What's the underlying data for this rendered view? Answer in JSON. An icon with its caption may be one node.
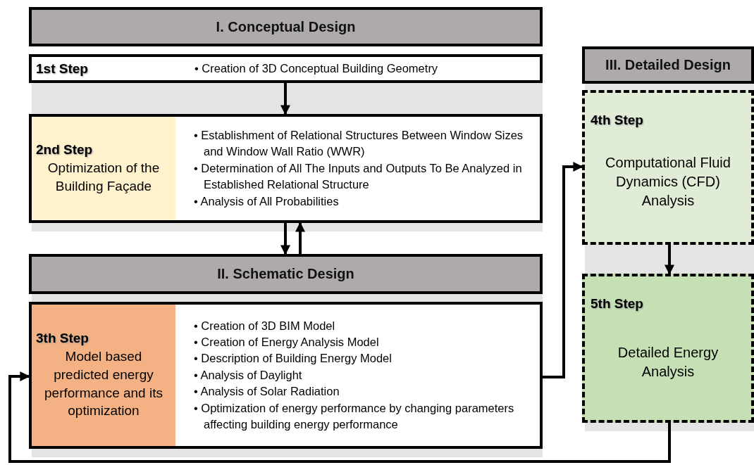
{
  "diagram": {
    "nodes": [
      {
        "text": [
          "I. Conceptual Design"
        ]
      },
      {
        "text": [
          "1st Step",
          "• Creation of 3D Conceptual Building Geometry"
        ]
      },
      {
        "text": [
          "2nd Step",
          "Optimization of the Building Façade",
          "• Establishment of Relational Structures Between Window Sizes and Window Wall Ratio (WWR)",
          "• Determination of All The Inputs and Outputs To Be Analyzed in Established Relational Structure",
          "• Analysis of All Probabilities"
        ]
      },
      {
        "text": [
          "II. Schematic Design"
        ]
      },
      {
        "text": [
          "3th Step",
          "Model based predicted energy performance and its optimization",
          "• Creation of 3D BIM Model",
          "• Creation of Energy Analysis Model",
          "• Description of Building Energy Model",
          "• Analysis of Daylight",
          "• Analysis of Solar Radiation",
          "• Optimization of energy performance by changing parameters affecting building energy performance"
        ]
      },
      {
        "text": [
          "III. Detailed Design"
        ]
      },
      {
        "text": [
          "4th Step",
          "Computational Fluid Dynamics (CFD) Analysis"
        ]
      },
      {
        "text": [
          "5th Step",
          "Detailed Energy Analysis"
        ]
      }
    ],
    "edges": [
      {
        "from": 1,
        "to": 2,
        "arrow": "to"
      },
      {
        "from": 2,
        "to": 3,
        "arrow": "to"
      },
      {
        "from": 3,
        "to": 2,
        "arrow": "to"
      },
      {
        "from": 4,
        "to": 6,
        "arrow": "to"
      },
      {
        "from": 6,
        "to": 7,
        "arrow": "to"
      },
      {
        "from": 7,
        "to": 4,
        "arrow": "to"
      }
    ]
  }
}
